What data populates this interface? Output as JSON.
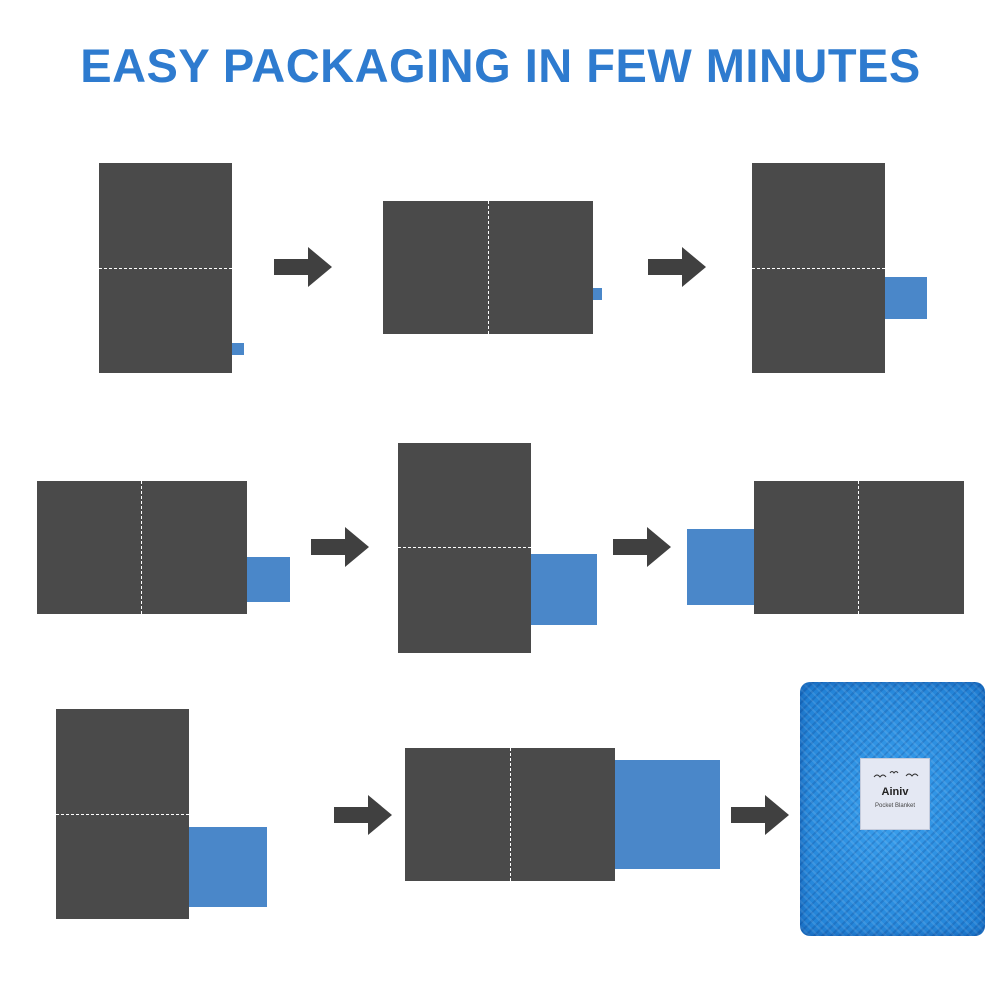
{
  "header": {
    "title": "EASY PACKAGING IN FEW MINUTES"
  },
  "colors": {
    "title": "#2e7bcf",
    "panel": "#4a4a4a",
    "pocket": "#4a87c9",
    "arrow": "#404040",
    "packaged": "#2a8ee0"
  },
  "steps": [
    {
      "step": 1,
      "orientation": "portrait"
    },
    {
      "step": 2,
      "orientation": "landscape"
    },
    {
      "step": 3,
      "orientation": "portrait"
    },
    {
      "step": 4,
      "orientation": "landscape"
    },
    {
      "step": 5,
      "orientation": "portrait"
    },
    {
      "step": 6,
      "orientation": "landscape"
    },
    {
      "step": 7,
      "orientation": "portrait"
    },
    {
      "step": 8,
      "orientation": "landscape"
    }
  ],
  "product": {
    "brand": "Ainiv",
    "label": "Pocket Blanket",
    "icon": "birds-icon"
  }
}
